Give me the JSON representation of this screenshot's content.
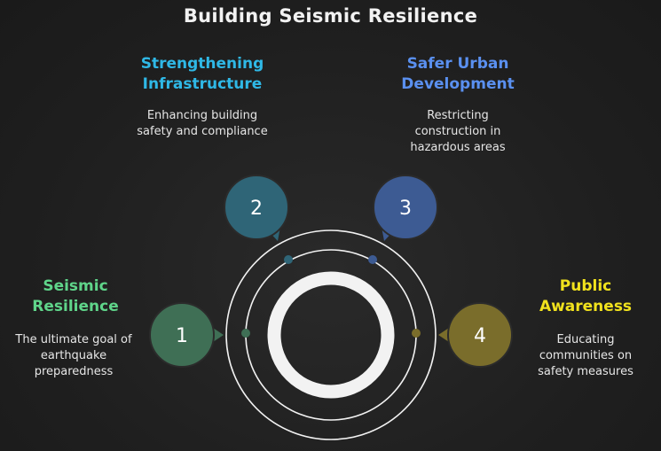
{
  "title": "Building Seismic Resilience",
  "colors": {
    "step1": "#3f6f55",
    "step2": "#2f6577",
    "step3": "#3d5b93",
    "step4": "#7a6d2b",
    "heading1": "#5fd58a",
    "heading2": "#2fb8e6",
    "heading3": "#5a90f0",
    "heading4": "#f1e21d"
  },
  "steps": [
    {
      "number": "1",
      "heading": "Seismic Resilience",
      "description": "The ultimate goal of earthquake preparedness"
    },
    {
      "number": "2",
      "heading": "Strengthening Infrastructure",
      "description": "Enhancing building safety and compliance"
    },
    {
      "number": "3",
      "heading": "Safer Urban Development",
      "description": "Restricting construction in hazardous areas"
    },
    {
      "number": "4",
      "heading": "Public Awareness",
      "description": "Educating communities on safety measures"
    }
  ]
}
